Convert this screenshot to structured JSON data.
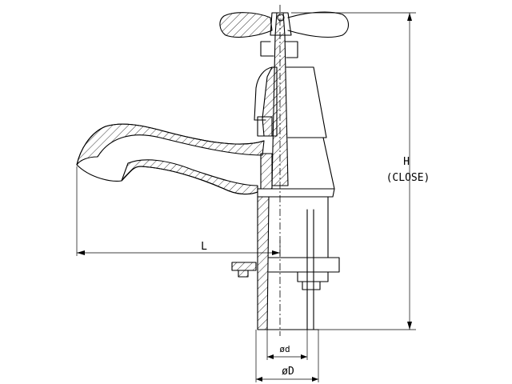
{
  "labels": {
    "height": "H",
    "height_note": "(CLOSE)",
    "length": "L",
    "inner_diameter": "ød",
    "outer_diameter": "øD"
  }
}
